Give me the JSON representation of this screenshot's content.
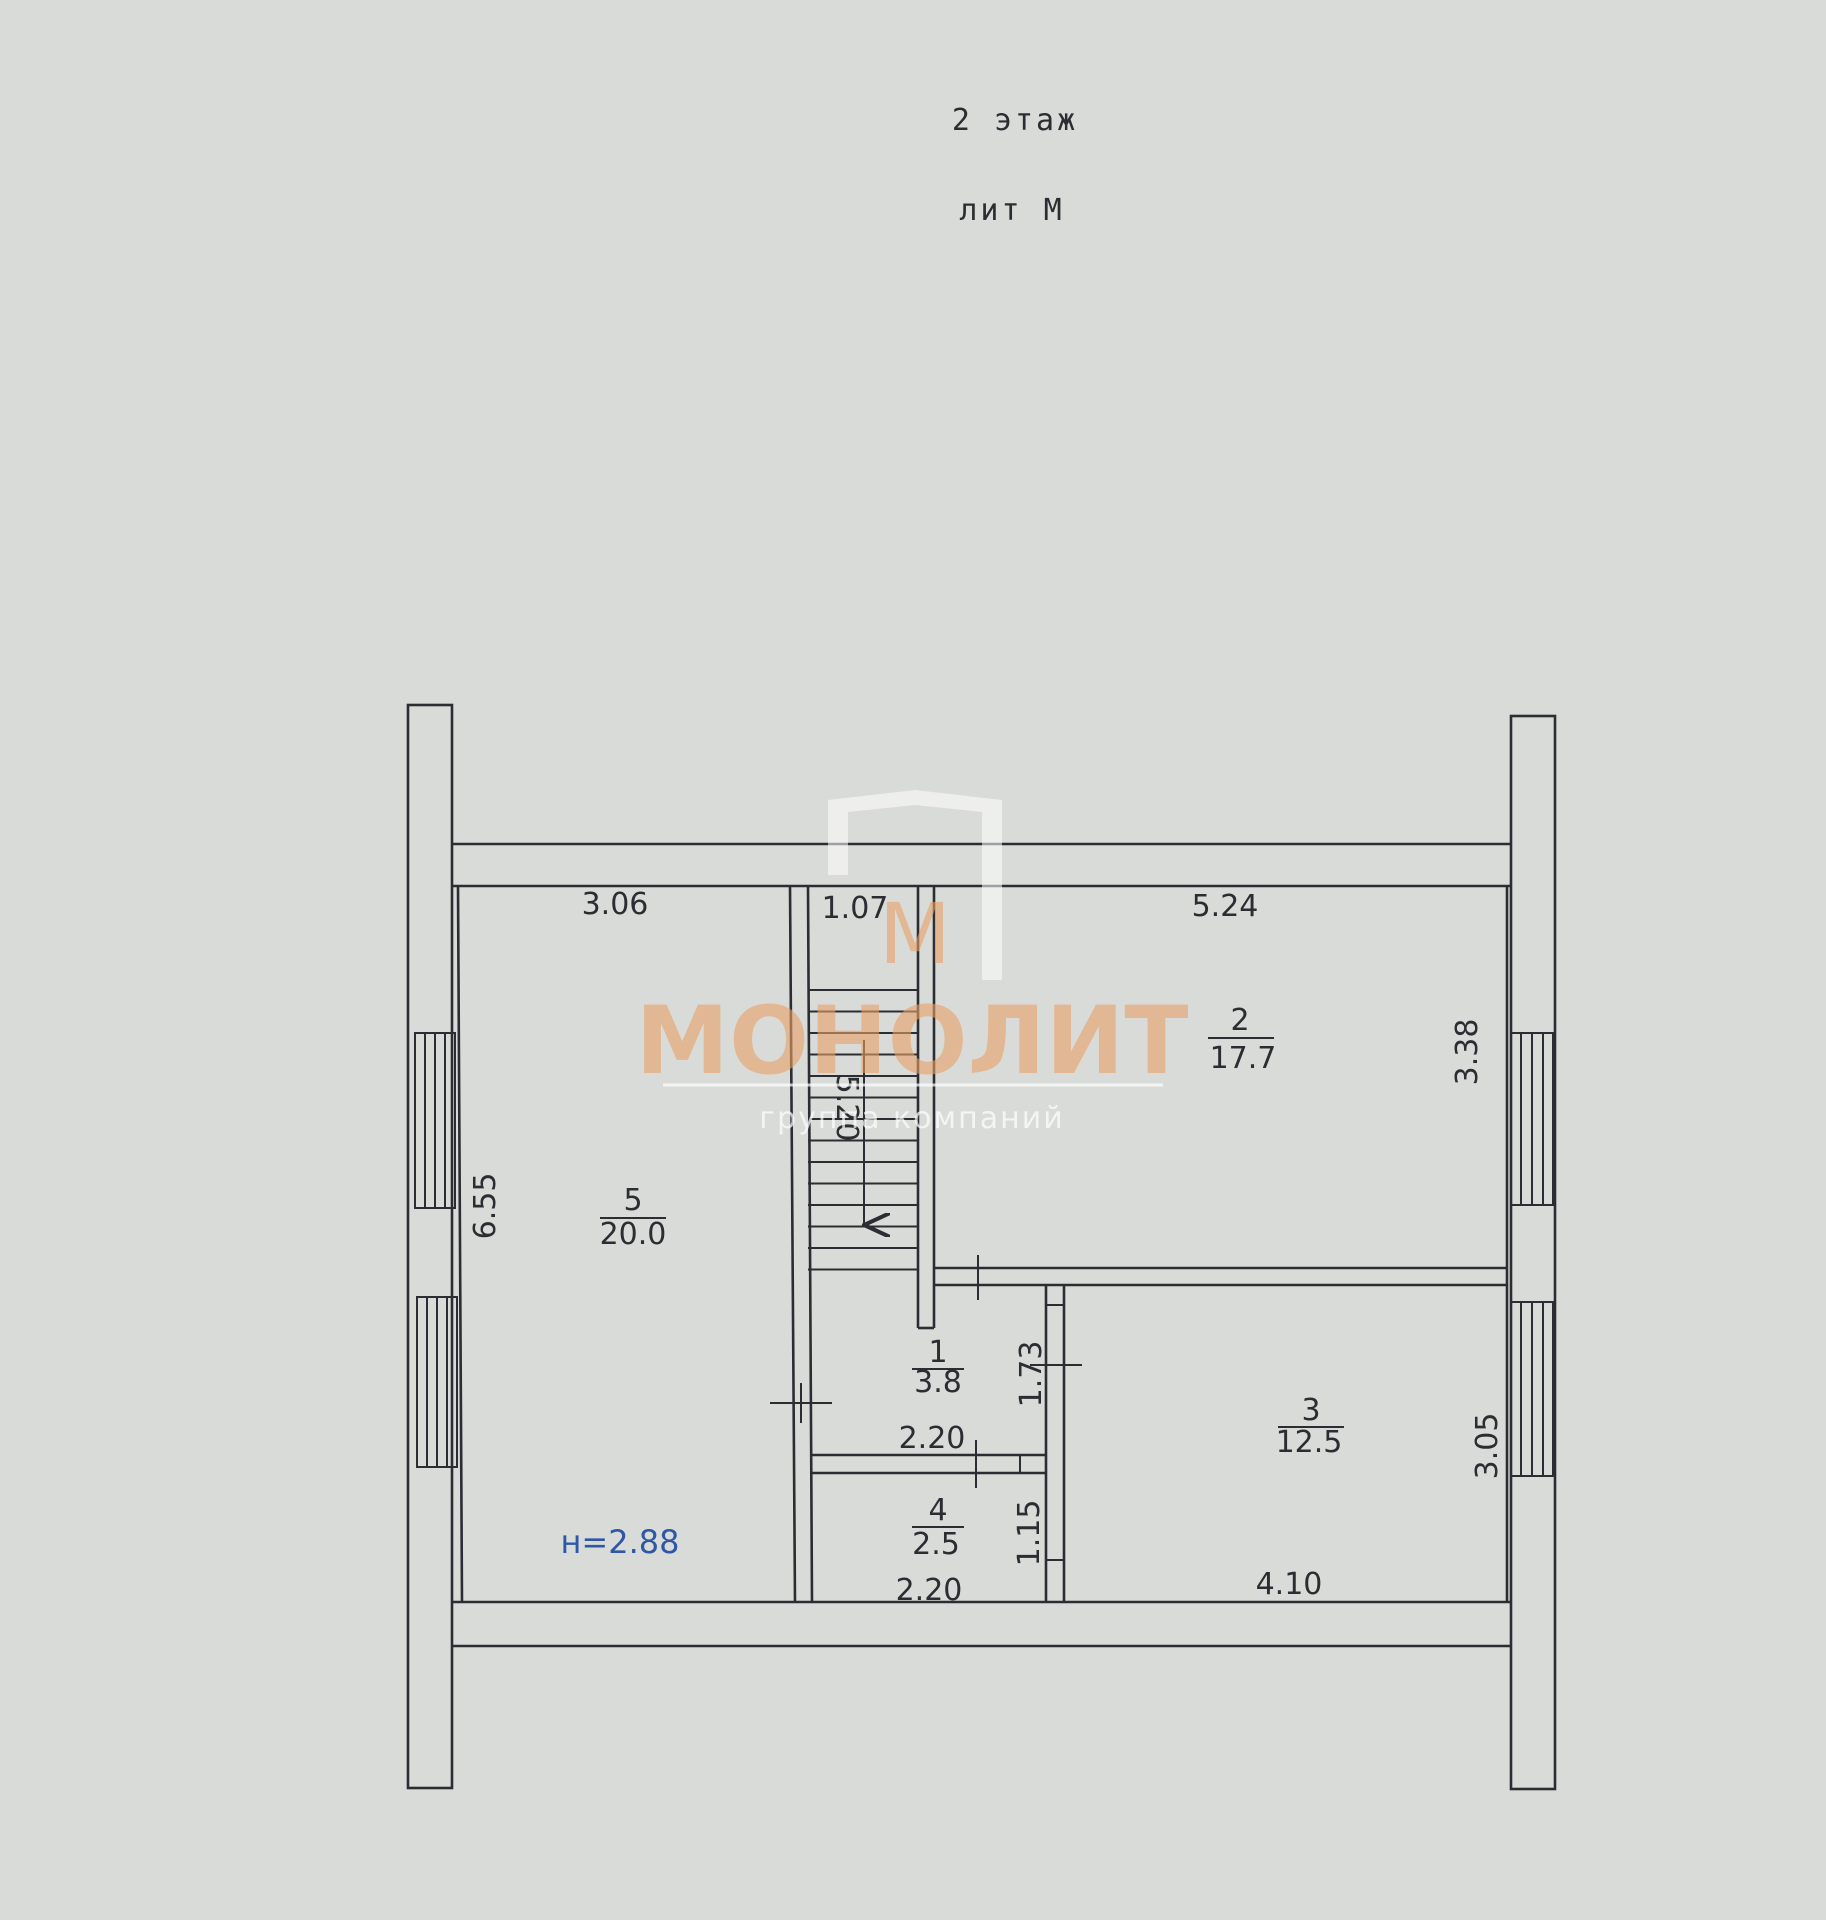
{
  "header": {
    "floor": "2 этаж",
    "letter": "лит М"
  },
  "watermark": {
    "logo_letter": "М",
    "brand": "МОНОЛИТ",
    "tagline": "группа компаний"
  },
  "ceiling_height": "н=2.88",
  "rooms": [
    {
      "number": "5",
      "area": "20.0"
    },
    {
      "number": "2",
      "area": "17.7"
    },
    {
      "number": "1",
      "area": "3.8"
    },
    {
      "number": "3",
      "area": "12.5"
    },
    {
      "number": "4",
      "area": "2.5"
    }
  ],
  "dimensions": {
    "room5_width": "3.06",
    "stair_width": "1.07",
    "room2_width": "5.24",
    "room5_height": "6.55",
    "room2_height": "3.38",
    "stair_length": "5.20",
    "room1_height": "1.73",
    "room1_width": "2.20",
    "room3_height": "3.05",
    "room4_height": "1.15",
    "room4_width": "2.20",
    "room3_width": "4.10"
  },
  "colors": {
    "paper": "#d9dbd8",
    "ink": "#2b2d33",
    "height_text": "#2e57a8",
    "watermark": "#e8a066"
  }
}
